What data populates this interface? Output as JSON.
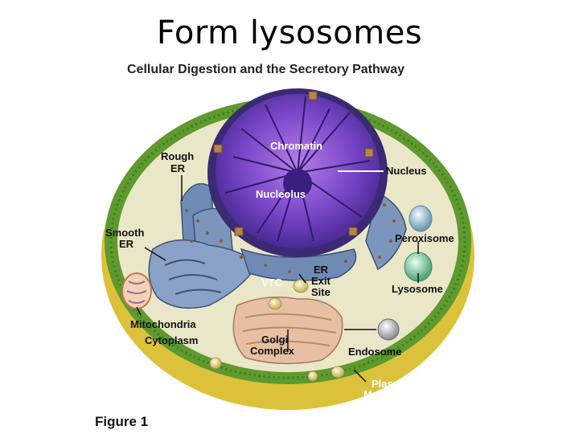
{
  "slide": {
    "title": "Form lysosomes"
  },
  "figure": {
    "title": "Cellular Digestion and the Secretory Pathway",
    "caption": "Figure 1"
  },
  "labels": {
    "chromatin": "Chromatin",
    "nucleus": "Nucleus",
    "nucleolus": "Nucleolus",
    "rough_er": [
      "Rough",
      "ER"
    ],
    "smooth_er": [
      "Smooth",
      "ER"
    ],
    "peroxisome": "Peroxisome",
    "er_exit_site": [
      "ER",
      "Exit",
      "Site"
    ],
    "vtc": "VTC",
    "lysosome": "Lysosome",
    "mitochondria": "Mitochondria",
    "cytoplasm": "Cytoplasm",
    "golgi_complex": [
      "Golgi",
      "Complex"
    ],
    "endosome": "Endosome",
    "plasma_membrane": [
      "Plasma",
      "Membrane"
    ]
  },
  "colors": {
    "membrane_green": "#5e9a2e",
    "membrane_yellow": "#e3c33a",
    "cytoplasm": "#eae6c8",
    "nucleus_purple": "#6a3fb8",
    "er_blue": "#6f8bb5",
    "golgi_pink": "#e7c0a4",
    "lysosome_green": "#7cc9a0",
    "peroxisome_blue": "#9cc6d9"
  }
}
